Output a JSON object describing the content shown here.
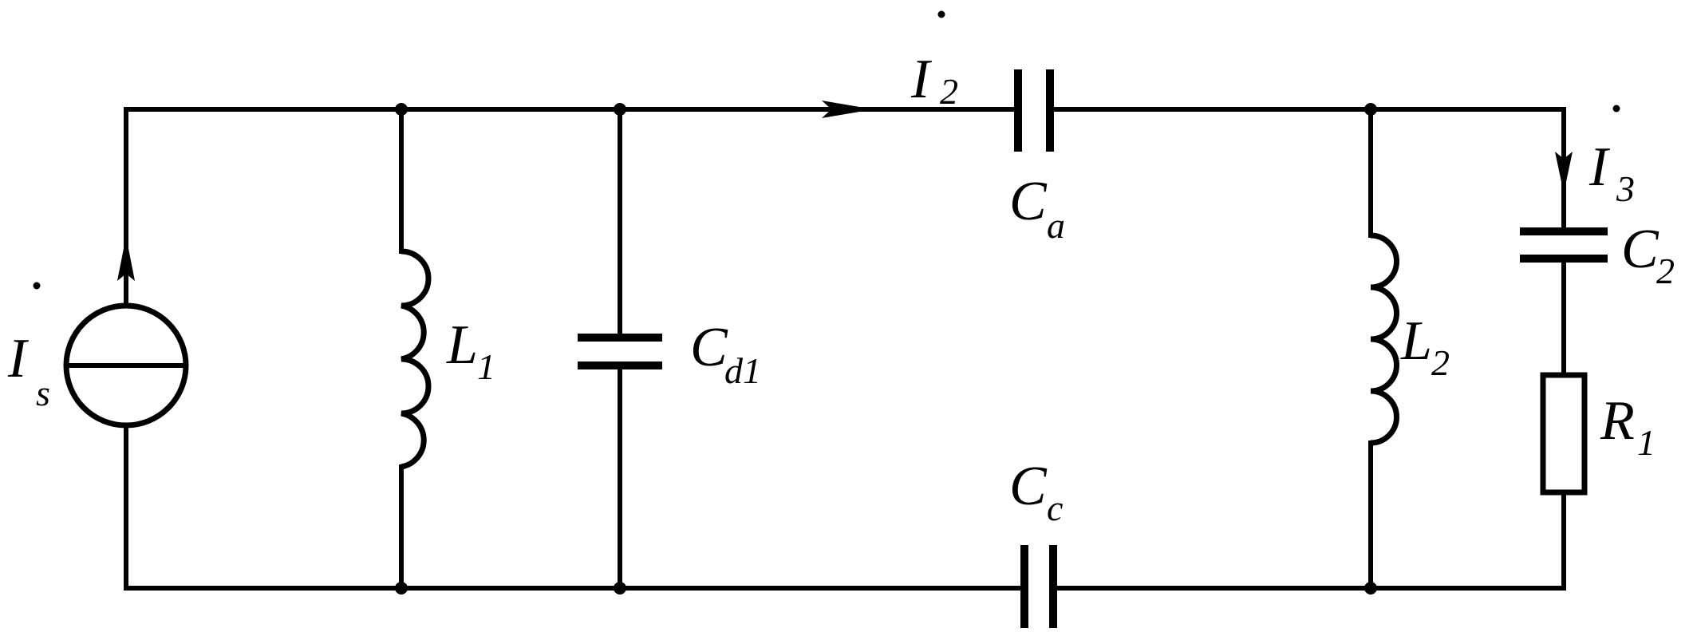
{
  "labels": {
    "source": {
      "main": "I",
      "sub": "s"
    },
    "i2": {
      "main": "I",
      "sub": "2"
    },
    "i3": {
      "main": "I",
      "sub": "3"
    },
    "l1": {
      "main": "L",
      "sub": "1"
    },
    "l2": {
      "main": "L",
      "sub": "2"
    },
    "cd1": {
      "main": "C",
      "sub": "d1"
    },
    "ca": {
      "main": "C",
      "sub": "a"
    },
    "cc": {
      "main": "C",
      "sub": "c"
    },
    "c2": {
      "main": "C",
      "sub": "2"
    },
    "r1": {
      "main": "R",
      "sub": "1"
    }
  }
}
